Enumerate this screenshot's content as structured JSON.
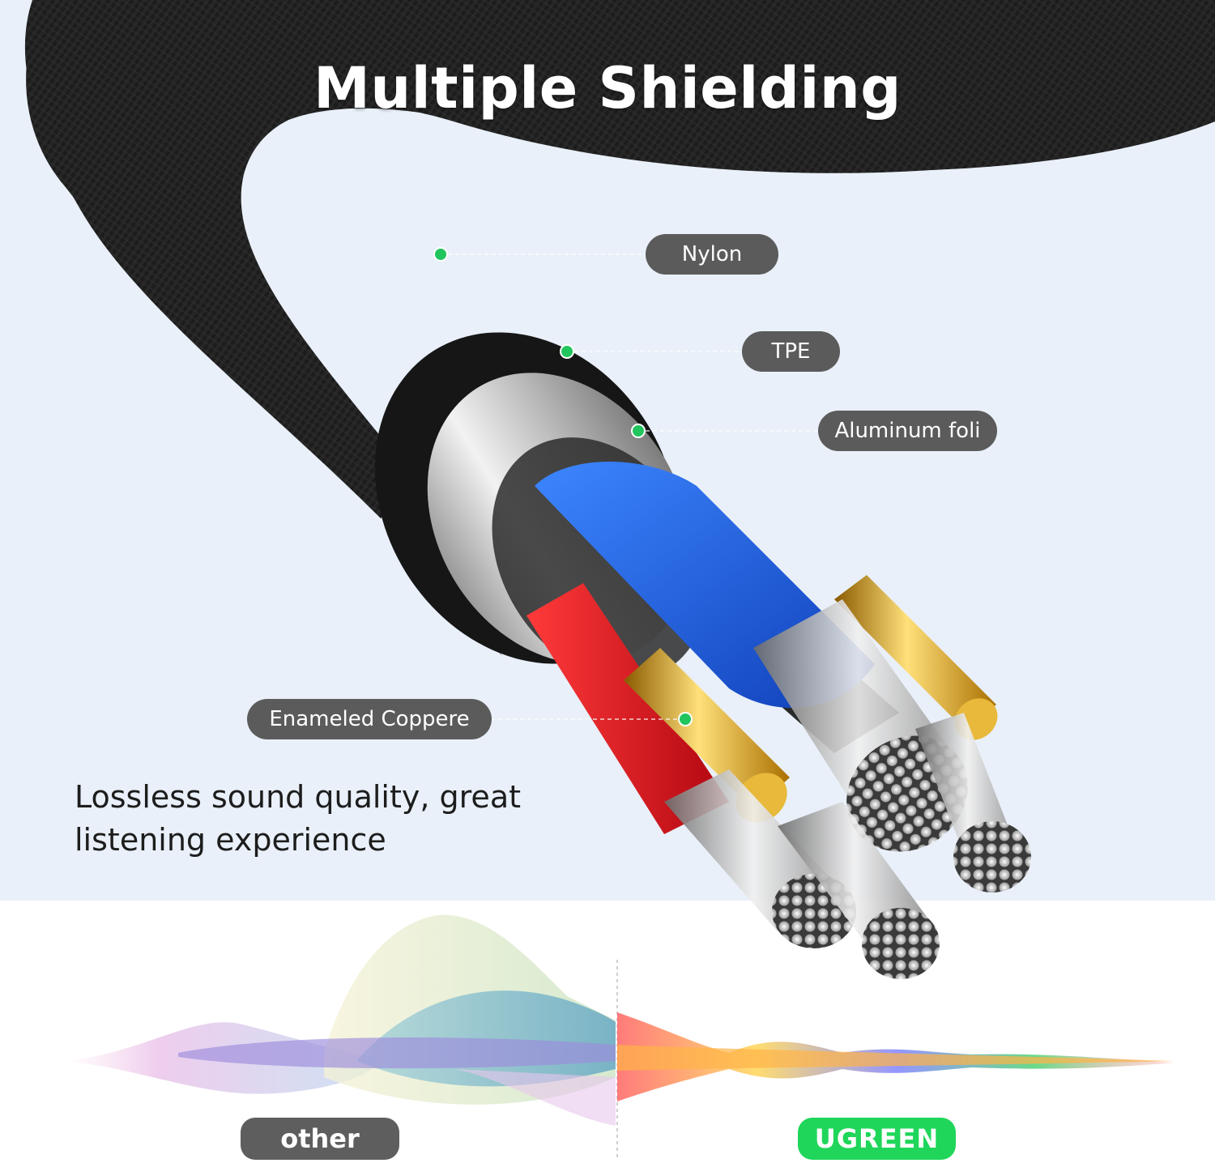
{
  "title": "Multiple Shielding",
  "layers": {
    "nylon": "Nylon",
    "tpe": "TPE",
    "aluminum": "Aluminum foli",
    "copper": "Enameled Coppere"
  },
  "tagline": {
    "line1": "Lossless sound quality, great",
    "line2": "listening experience"
  },
  "comparison": {
    "other_label": "other",
    "brand_label": "UGREEN"
  },
  "colors": {
    "background": "#e9f0f9",
    "bottom_band": "#ffffff",
    "cable_black": "#1e1e1e",
    "label_pill": "#5b5b5b",
    "marker_green": "#21c55d",
    "brand_green": "#1fd65a",
    "other_badge": "#5e5e5e",
    "blue_wire": "#1f5fe0",
    "red_wire": "#e0141b",
    "gold_pin": "#d8a520"
  }
}
